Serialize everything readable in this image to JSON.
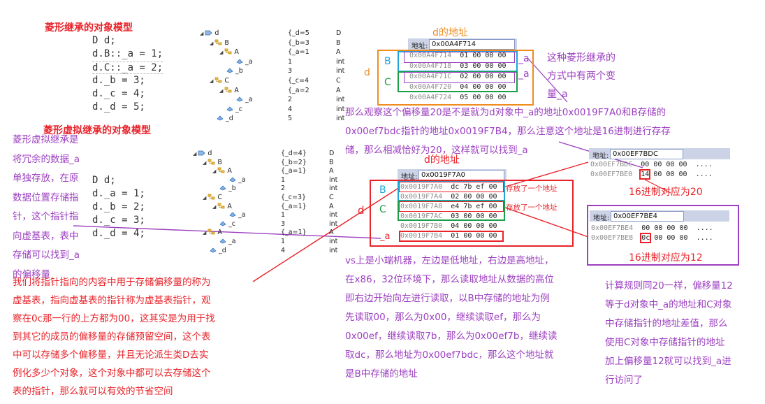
{
  "diamond": {
    "title": "菱形继承的对象模型",
    "code": [
      "D d;",
      "d.B::_a = 1;",
      "d.C::_a = 2;",
      "d._b = 3;",
      "d._c = 4;",
      "d._d = 5;"
    ],
    "tree": [
      {
        "name": "d",
        "val": "{_d=5",
        "typ": "D",
        "indent": 0,
        "icon": "class"
      },
      {
        "name": "B",
        "val": "{_b=3",
        "typ": "B",
        "indent": 1,
        "icon": "base"
      },
      {
        "name": "A",
        "val": "{_a=1",
        "typ": "A",
        "indent": 2,
        "icon": "base"
      },
      {
        "name": "_a",
        "val": "1",
        "typ": "int",
        "indent": 3,
        "icon": "field"
      },
      {
        "name": "_b",
        "val": "3",
        "typ": "int",
        "indent": 2,
        "icon": "field"
      },
      {
        "name": "C",
        "val": "{_c=4",
        "typ": "C",
        "indent": 1,
        "icon": "base"
      },
      {
        "name": "A",
        "val": "{_a=2",
        "typ": "A",
        "indent": 2,
        "icon": "base"
      },
      {
        "name": "_a",
        "val": "2",
        "typ": "int",
        "indent": 3,
        "icon": "field"
      },
      {
        "name": "_c",
        "val": "4",
        "typ": "int",
        "indent": 2,
        "icon": "field"
      },
      {
        "name": "_d",
        "val": "5",
        "typ": "int",
        "indent": 1,
        "icon": "field"
      }
    ],
    "mem_title": "d的地址",
    "mem_label": "地址:",
    "mem_addr": "0x00A4F714",
    "mem_rows": [
      {
        "addr": "0x00A4F714",
        "bytes": "01 00 00 00"
      },
      {
        "addr": "0x00A4F718",
        "bytes": "03 00 00 00"
      },
      {
        "addr": "0x00A4F71C",
        "bytes": "02 00 00 00"
      },
      {
        "addr": "0x00A4F720",
        "bytes": "04 00 00 00"
      },
      {
        "addr": "0x00A4F724",
        "bytes": "05 00 00 00"
      }
    ],
    "label_d": "d",
    "label_b": "B",
    "label_c": "C",
    "label_a1": "_a",
    "label_a2": "_a",
    "note": [
      "这种菱形继承的",
      "方式中有两个变",
      "量_a"
    ]
  },
  "virtual": {
    "title": "菱形虚拟继承的对象模型",
    "code": [
      "D d;",
      "d._a = 1;",
      "d._b = 2;",
      "d._c = 3;",
      "d._d = 4;"
    ],
    "side_note": [
      "菱形虚拟继承是",
      "将冗余的数据_a",
      "单独存放，在原",
      "数据位置存储指",
      "针，这个指针指",
      "向虚基表，表中",
      "存储可以找到_a",
      "的偏移量"
    ],
    "tree": [
      {
        "name": "d",
        "val": "{_d=4}",
        "typ": "D",
        "indent": 0,
        "icon": "class"
      },
      {
        "name": "B",
        "val": "{_b=2}",
        "typ": "B",
        "indent": 1,
        "icon": "base"
      },
      {
        "name": "A",
        "val": "{_a=1}",
        "typ": "A",
        "indent": 2,
        "icon": "base"
      },
      {
        "name": "_a",
        "val": "1",
        "typ": "int",
        "indent": 3,
        "icon": "field"
      },
      {
        "name": "_b",
        "val": "2",
        "typ": "int",
        "indent": 2,
        "icon": "field"
      },
      {
        "name": "C",
        "val": "{_c=3}",
        "typ": "C",
        "indent": 1,
        "icon": "base"
      },
      {
        "name": "A",
        "val": "{_a=1}",
        "typ": "A",
        "indent": 2,
        "icon": "base"
      },
      {
        "name": "_a",
        "val": "1",
        "typ": "int",
        "indent": 3,
        "icon": "field"
      },
      {
        "name": "_c",
        "val": "3",
        "typ": "int",
        "indent": 2,
        "icon": "field"
      },
      {
        "name": "A",
        "val": "{_a=1}",
        "typ": "A",
        "indent": 1,
        "icon": "base"
      },
      {
        "name": "_a",
        "val": "1",
        "typ": "int",
        "indent": 2,
        "icon": "field"
      },
      {
        "name": "_d",
        "val": "4",
        "typ": "int",
        "indent": 1,
        "icon": "field"
      }
    ],
    "mem_title": "d的地址",
    "mem_addr": "0x0019F7A0",
    "mem_rows": [
      {
        "addr": "0x0019F7A0",
        "bytes": "dc 7b ef 00"
      },
      {
        "addr": "0x0019F7A4",
        "bytes": "02 00 00 00"
      },
      {
        "addr": "0x0019F7A8",
        "bytes": "e4 7b ef 00"
      },
      {
        "addr": "0x0019F7AC",
        "bytes": "03 00 00 00"
      },
      {
        "addr": "0x0019F7B0",
        "bytes": "04 00 00 00"
      },
      {
        "addr": "0x0019F7B4",
        "bytes": "01 00 00 00"
      }
    ],
    "ptr_note1": "存放了一个地址",
    "ptr_note2": "存放了一个地址",
    "label_d": "d",
    "label_b": "B",
    "label_c": "C",
    "label_a": "_a",
    "offset_note": [
      "那么观察这个偏移量20是不是就为d对象中_a的地址0x0019F7A0和B存储的",
      "0x00ef7bdc指针的地址0x0019F7B4，那么注意这个地址是16进制进行存存",
      "储，那么相减恰好为20，这样就可以找到_a"
    ],
    "vbt1": {
      "addr": "0x00EF7BDC",
      "rows": [
        {
          "addr": "0x00EF7BDC",
          "b1": "00",
          "rest": "00 00 00",
          "dots": "...."
        },
        {
          "addr": "0x00EF7BE0",
          "b1": "14",
          "rest": "00 00 00",
          "dots": "...."
        }
      ],
      "caption": "16进制对应为20"
    },
    "vbt2": {
      "addr": "0x00EF7BE4",
      "rows": [
        {
          "addr": "0x00EF7BE4",
          "b1": "00",
          "rest": "00 00 00",
          "dots": "...."
        },
        {
          "addr": "0x00EF7BE8",
          "b1": "0c",
          "rest": "00 00 00",
          "dots": "...."
        }
      ],
      "caption": "16进制对应为12"
    },
    "vbt_note": [
      "我们将指针指向的内容中用于存储偏移量的称为",
      "虚基表，指向虚基表的指针称为虚基表指针，观",
      "察在0c那一行的上方都为00，这其实是为用于找",
      "到其它的成员的偏移量的存储预留空间，这个表",
      "中可以存储多个偏移量，并且无论派生类D去实",
      "例化多少个对象，这个对象中都可以去存储这个",
      "表的指针，那么就可以有效的节省空间"
    ],
    "endian_note": [
      "vs上是小端机器，左边是低地址，右边是高地址，",
      "在x86，32位环境下，那么读取地址从数据的高位",
      "即右边开始向左进行读取，以B中存储的地址为例",
      "先读取00，那么为0x00，继续读取ef，那么为",
      "0x00ef，继续读取7b，那么为0x00ef7b，继续读",
      "取dc，那么地址为0x00ef7bdc，那么这个地址就",
      "是B中存储的地址"
    ],
    "calc_note": [
      "计算规则同20一样，偏移量12",
      "等于d对象中_a的地址和C对象",
      "中存储指针的地址差值，那么",
      "使用C对象中存储指针的地址",
      "加上偏移量12就可以找到_a进",
      "行访问了"
    ]
  },
  "colors": {
    "red": "#e8232a",
    "purple": "#9c3fc0",
    "orange": "#f08c1e",
    "blue": "#1ea5d6",
    "green": "#1c9e47"
  }
}
